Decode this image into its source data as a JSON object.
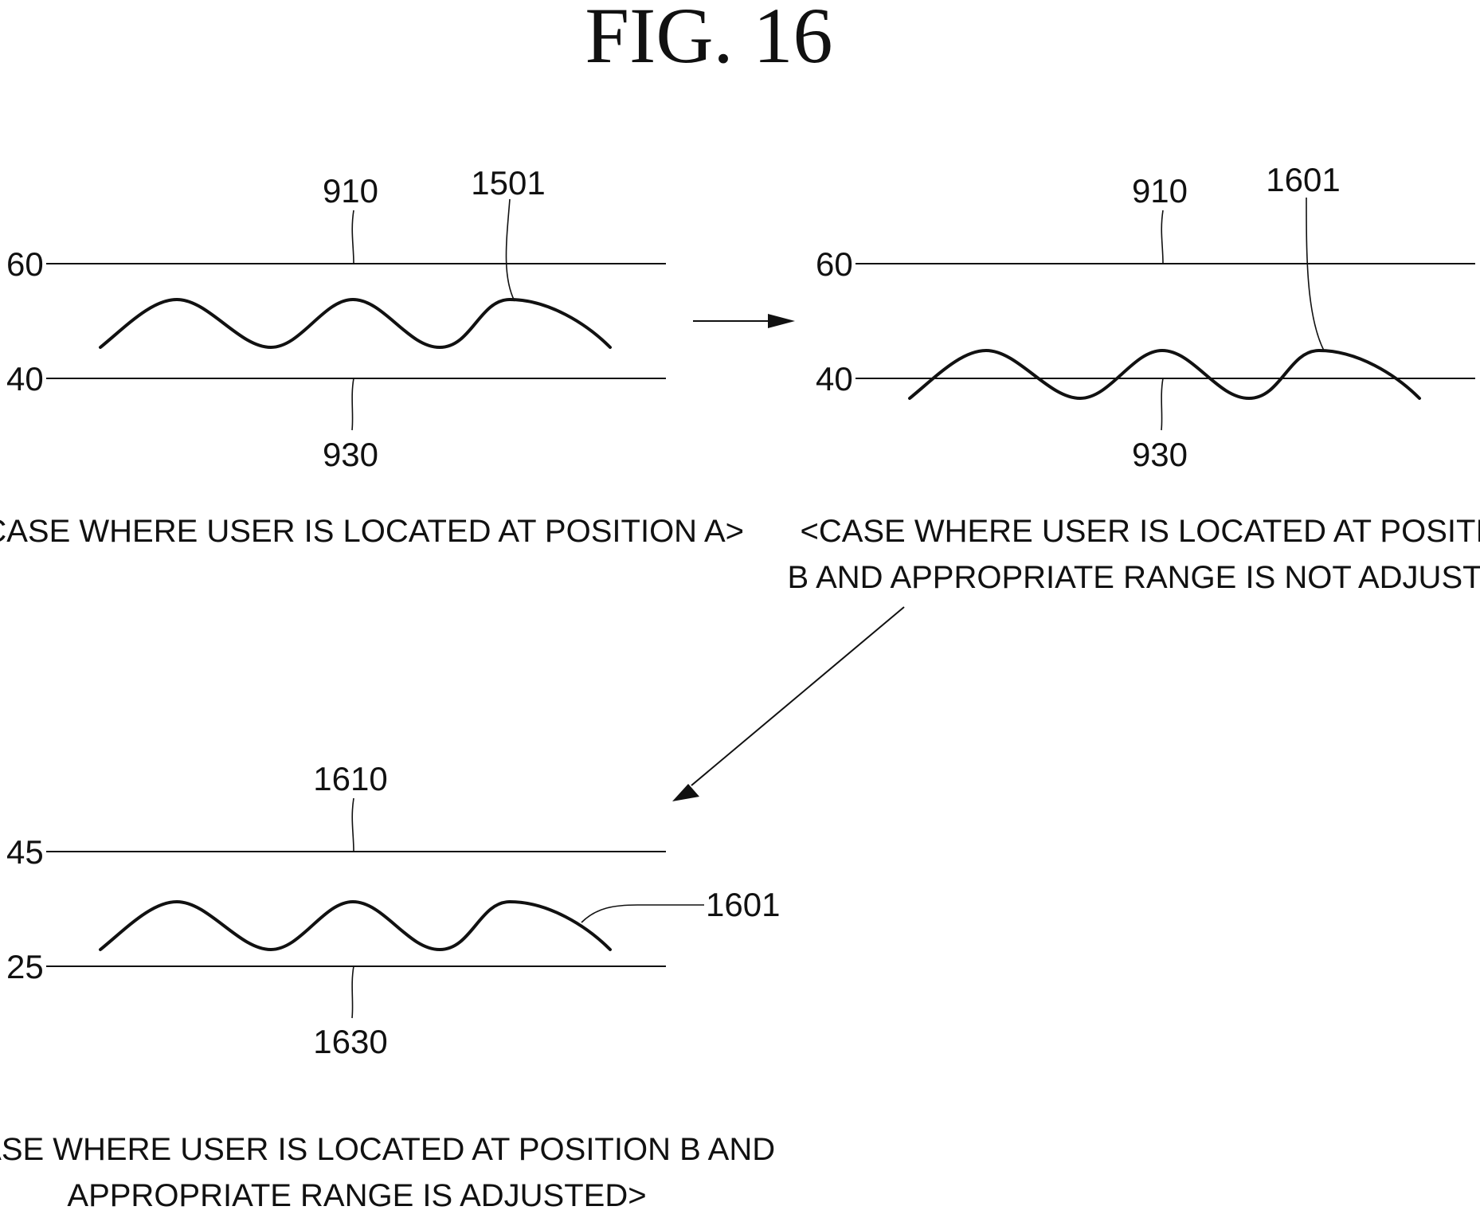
{
  "title": "FIG. 16",
  "panels": [
    {
      "upper_line_ref": "910",
      "lower_line_ref": "930",
      "wave_ref": "1501",
      "upper_value": "60",
      "lower_value": "40",
      "caption_lines": [
        "<CASE WHERE USER IS LOCATED AT POSITION A>"
      ]
    },
    {
      "upper_line_ref": "910",
      "lower_line_ref": "930",
      "wave_ref": "1601",
      "upper_value": "60",
      "lower_value": "40",
      "caption_lines": [
        "<CASE WHERE USER IS LOCATED AT POSITION",
        "B AND APPROPRIATE RANGE IS NOT ADJUSTED>"
      ]
    },
    {
      "upper_line_ref": "1610",
      "lower_line_ref": "1630",
      "wave_ref": "1601",
      "upper_value": "45",
      "lower_value": "25",
      "caption_lines": [
        "<CASE WHERE USER IS LOCATED AT POSITION B AND",
        "APPROPRIATE RANGE IS ADJUSTED>"
      ]
    }
  ]
}
